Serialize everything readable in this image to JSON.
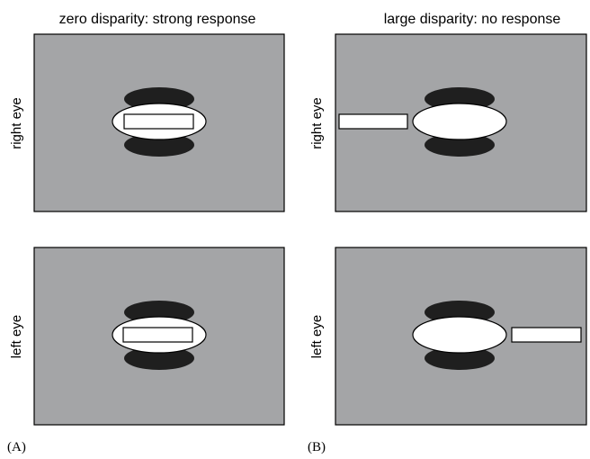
{
  "titles": {
    "zero": "zero disparity: strong response",
    "large": "large disparity: no response"
  },
  "eye_labels": {
    "right": "right eye",
    "left": "left eye"
  },
  "panel_labels": {
    "a": "(A)",
    "b": "(B)"
  },
  "colors": {
    "background": "#a4a5a7",
    "inhibitory_lobe": "#1f1f1f",
    "excitatory_center": "#ffffff",
    "stimulus_bar": "#ffffff",
    "outline": "#000000"
  }
}
